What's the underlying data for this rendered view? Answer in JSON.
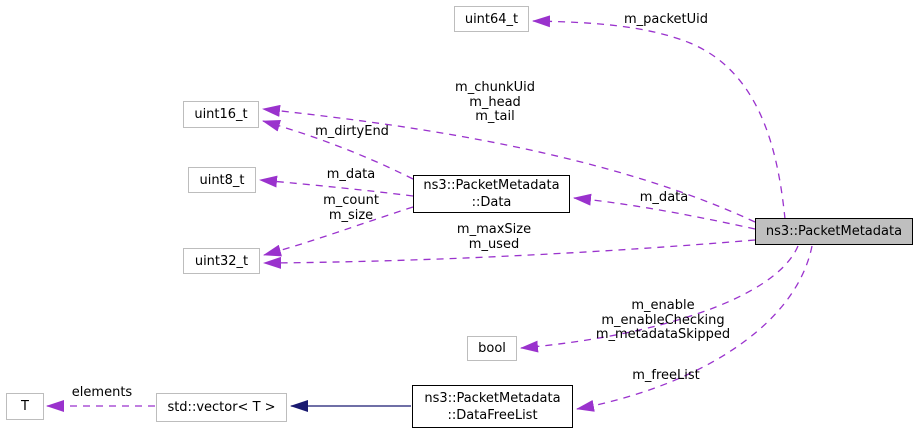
{
  "diagram": {
    "kind": "doxygen-collaboration-graph",
    "colors": {
      "edge_dashed": "#9a32cd",
      "edge_solid": "#191970",
      "node_border": "#bdbdbd",
      "class_border": "#000000",
      "node_fill": "#ffffff",
      "highlight_fill": "#bfbfbf",
      "text": "#000000",
      "background": "#ffffff"
    },
    "nodes": {
      "uint64_t": {
        "label": "uint64_t"
      },
      "uint16_t": {
        "label": "uint16_t"
      },
      "uint8_t": {
        "label": "uint8_t"
      },
      "uint32_t": {
        "label": "uint32_t"
      },
      "bool": {
        "label": "bool"
      },
      "data_class": {
        "lines": [
          "ns3::PacketMetadata",
          "::Data"
        ]
      },
      "packet_metadata": {
        "label": "ns3::PacketMetadata"
      },
      "data_free_list": {
        "lines": [
          "ns3::PacketMetadata",
          "::DataFreeList"
        ]
      },
      "t": {
        "label": "T"
      },
      "std_vector": {
        "label": "std::vector< T >"
      }
    },
    "edge_labels": {
      "packet_uid": {
        "lines": [
          "m_packetUid"
        ]
      },
      "chunk_head_tail": {
        "lines": [
          "m_chunkUid",
          "m_head",
          "m_tail"
        ]
      },
      "dirty_end": {
        "lines": [
          "m_dirtyEnd"
        ]
      },
      "data_to_uint8": {
        "lines": [
          "m_data"
        ]
      },
      "count_size": {
        "lines": [
          "m_count",
          "m_size"
        ]
      },
      "data_to_data": {
        "lines": [
          "m_data"
        ]
      },
      "max_size_used": {
        "lines": [
          "m_maxSize",
          "m_used"
        ]
      },
      "enable_flags": {
        "lines": [
          "m_enable",
          "m_enableChecking",
          "m_metadataSkipped"
        ]
      },
      "free_list": {
        "lines": [
          "m_freeList"
        ]
      },
      "elements": {
        "lines": [
          "elements"
        ]
      }
    }
  }
}
